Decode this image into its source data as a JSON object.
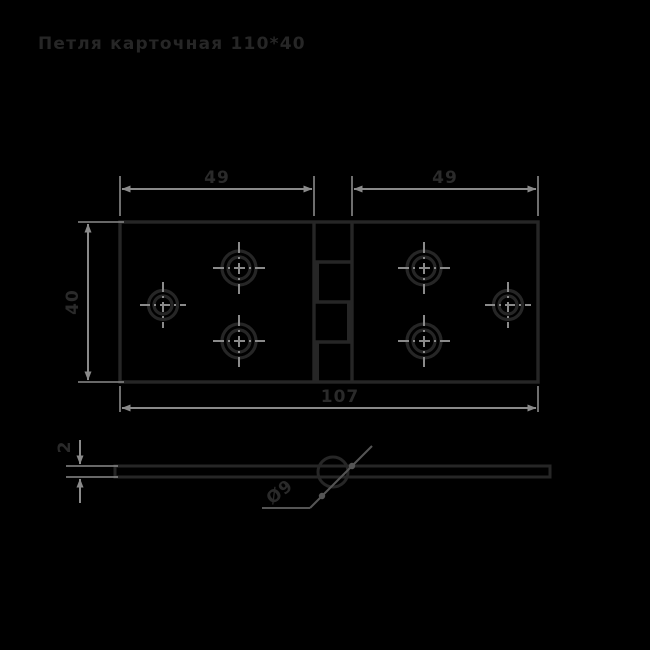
{
  "drawing": {
    "title": "Петля карточная 110*40",
    "background_color": "#000000",
    "outline_color": "#262626",
    "dimension_color": "#8a8a8a",
    "text_color": "#2a2a2a"
  },
  "dimensions": {
    "leaf_left_label": "49",
    "leaf_right_label": "49",
    "total_width_label": "107",
    "height_label": "40",
    "thickness_label": "2",
    "pin_diameter_label": "Ø9"
  },
  "views": {
    "front_view_name": "front-view",
    "side_view_name": "side-view"
  },
  "features": {
    "screw_holes_count": 6,
    "knuckle_segments": 4
  }
}
